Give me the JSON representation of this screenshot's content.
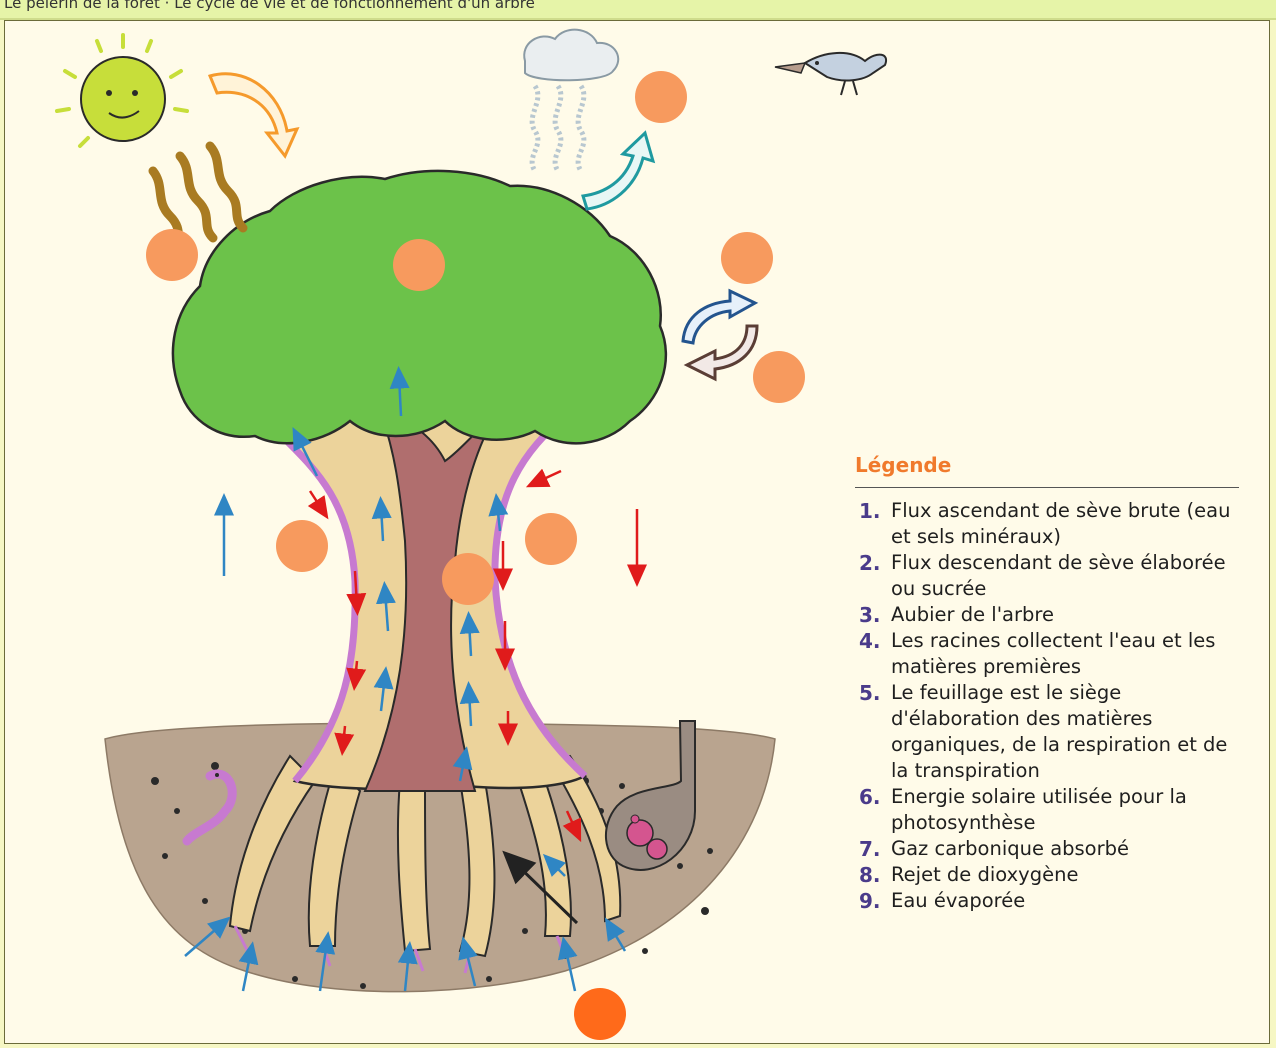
{
  "header": {
    "caption": "Le pèlerin de la forêt · Le cycle de vie et de fonctionnement d'un arbre"
  },
  "legend": {
    "title": "Légende",
    "items": [
      {
        "number": "1.",
        "text": "Flux ascendant de sève brute (eau et sels minéraux)"
      },
      {
        "number": "2.",
        "text": "Flux descendant de sève élaborée ou sucrée"
      },
      {
        "number": "3.",
        "text": "Aubier de l'arbre"
      },
      {
        "number": "4.",
        "text": "Les racines collectent l'eau et les matières premières"
      },
      {
        "number": "5.",
        "text": "Le feuillage est le siège d'élaboration des matières organiques, de la respiration et de la transpiration"
      },
      {
        "number": "6.",
        "text": "Energie solaire utilisée pour la photosynthèse"
      },
      {
        "number": "7.",
        "text": "Gaz carbonique absorbé"
      },
      {
        "number": "8.",
        "text": "Rejet de dioxygène"
      },
      {
        "number": "9.",
        "text": "Eau évaporée"
      }
    ]
  },
  "colors": {
    "panel_bg": "#fffbe9",
    "page_bg": "#f6f7c4",
    "marker_orange": "#f79a5e",
    "marker_dark_orange": "#ff6a1a",
    "sap_up_arrow": "#2f86c4",
    "sap_down_arrow": "#e01b1b",
    "foliage": "#6cc24a",
    "sapwood": "#ecd39b",
    "heartwood": "#b06e6e",
    "bark": "#c77ad0",
    "soil": "#b9a48f",
    "legend_title": "#f07a2c",
    "legend_number": "#4a3b8a"
  },
  "icons": [
    "sun-icon",
    "cloud-icon",
    "bird-icon",
    "worm-icon",
    "mole-icon",
    "solar-energy-arrow-icon",
    "evaporation-arrow-icon",
    "gas-exchange-arrows-icon"
  ]
}
